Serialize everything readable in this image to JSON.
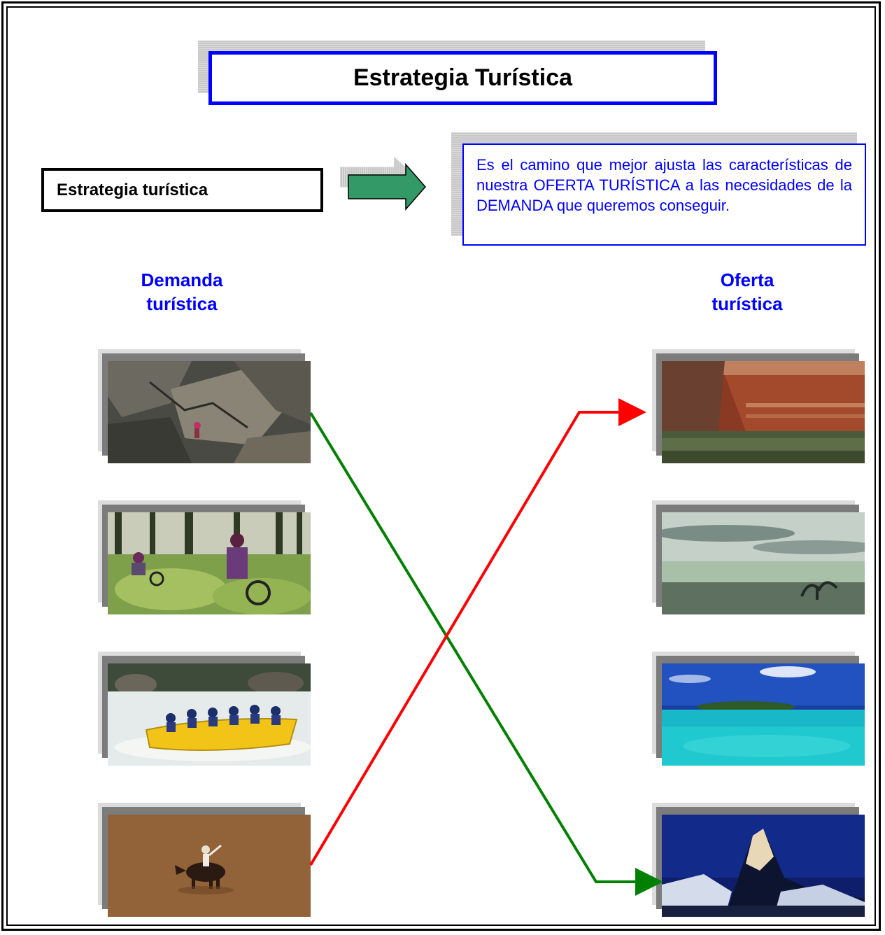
{
  "title": "Estrategia Turística",
  "term": "Estrategia turística",
  "definition": "Es el camino que mejor ajusta las características de nuestra OFERTA TURÍSTICA a las necesidades de la DEMANDA que queremos conseguir.",
  "columns": {
    "demand_line1": "Demanda",
    "demand_line2": "turística",
    "offer_line1": "Oferta",
    "offer_line2": "turística"
  },
  "demand_photos": [
    {
      "subject": "rock-climbing"
    },
    {
      "subject": "mountain-biking"
    },
    {
      "subject": "white-water-rafting"
    },
    {
      "subject": "bull-riding-rodeo"
    }
  ],
  "offer_photos": [
    {
      "subject": "canyon-river"
    },
    {
      "subject": "misty-lake-tree"
    },
    {
      "subject": "tropical-island"
    },
    {
      "subject": "snowy-mountain-peak"
    }
  ],
  "colors": {
    "title_border": "#0000ff",
    "heading_text": "#0000ff",
    "arrow_fill": "#339966",
    "connector_green": "#008000",
    "connector_red": "#ff0000"
  }
}
